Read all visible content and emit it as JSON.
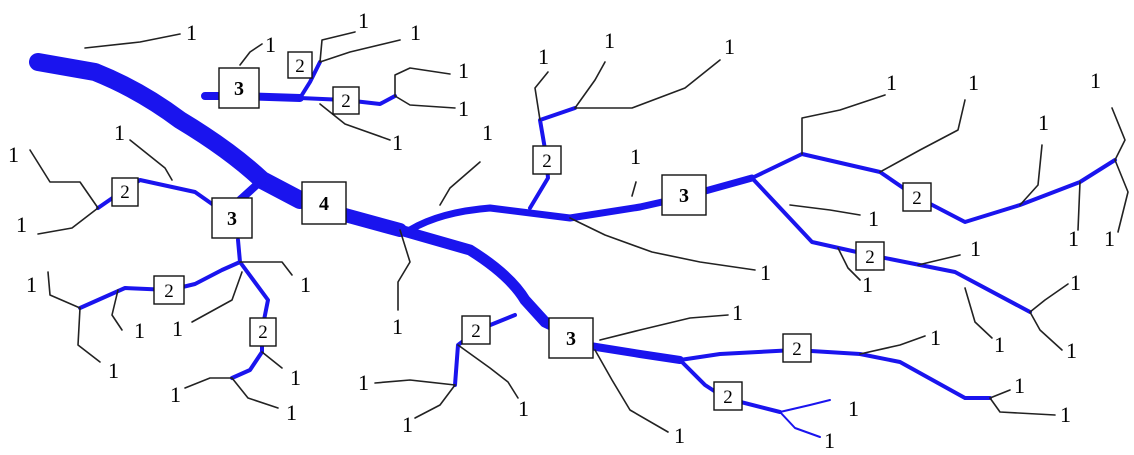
{
  "diagram": {
    "stream_color": "#1a14ee",
    "leaf_color": "#222222",
    "labels": {
      "order1": "1",
      "order2": "2",
      "order3": "3",
      "order4": "4"
    }
  }
}
